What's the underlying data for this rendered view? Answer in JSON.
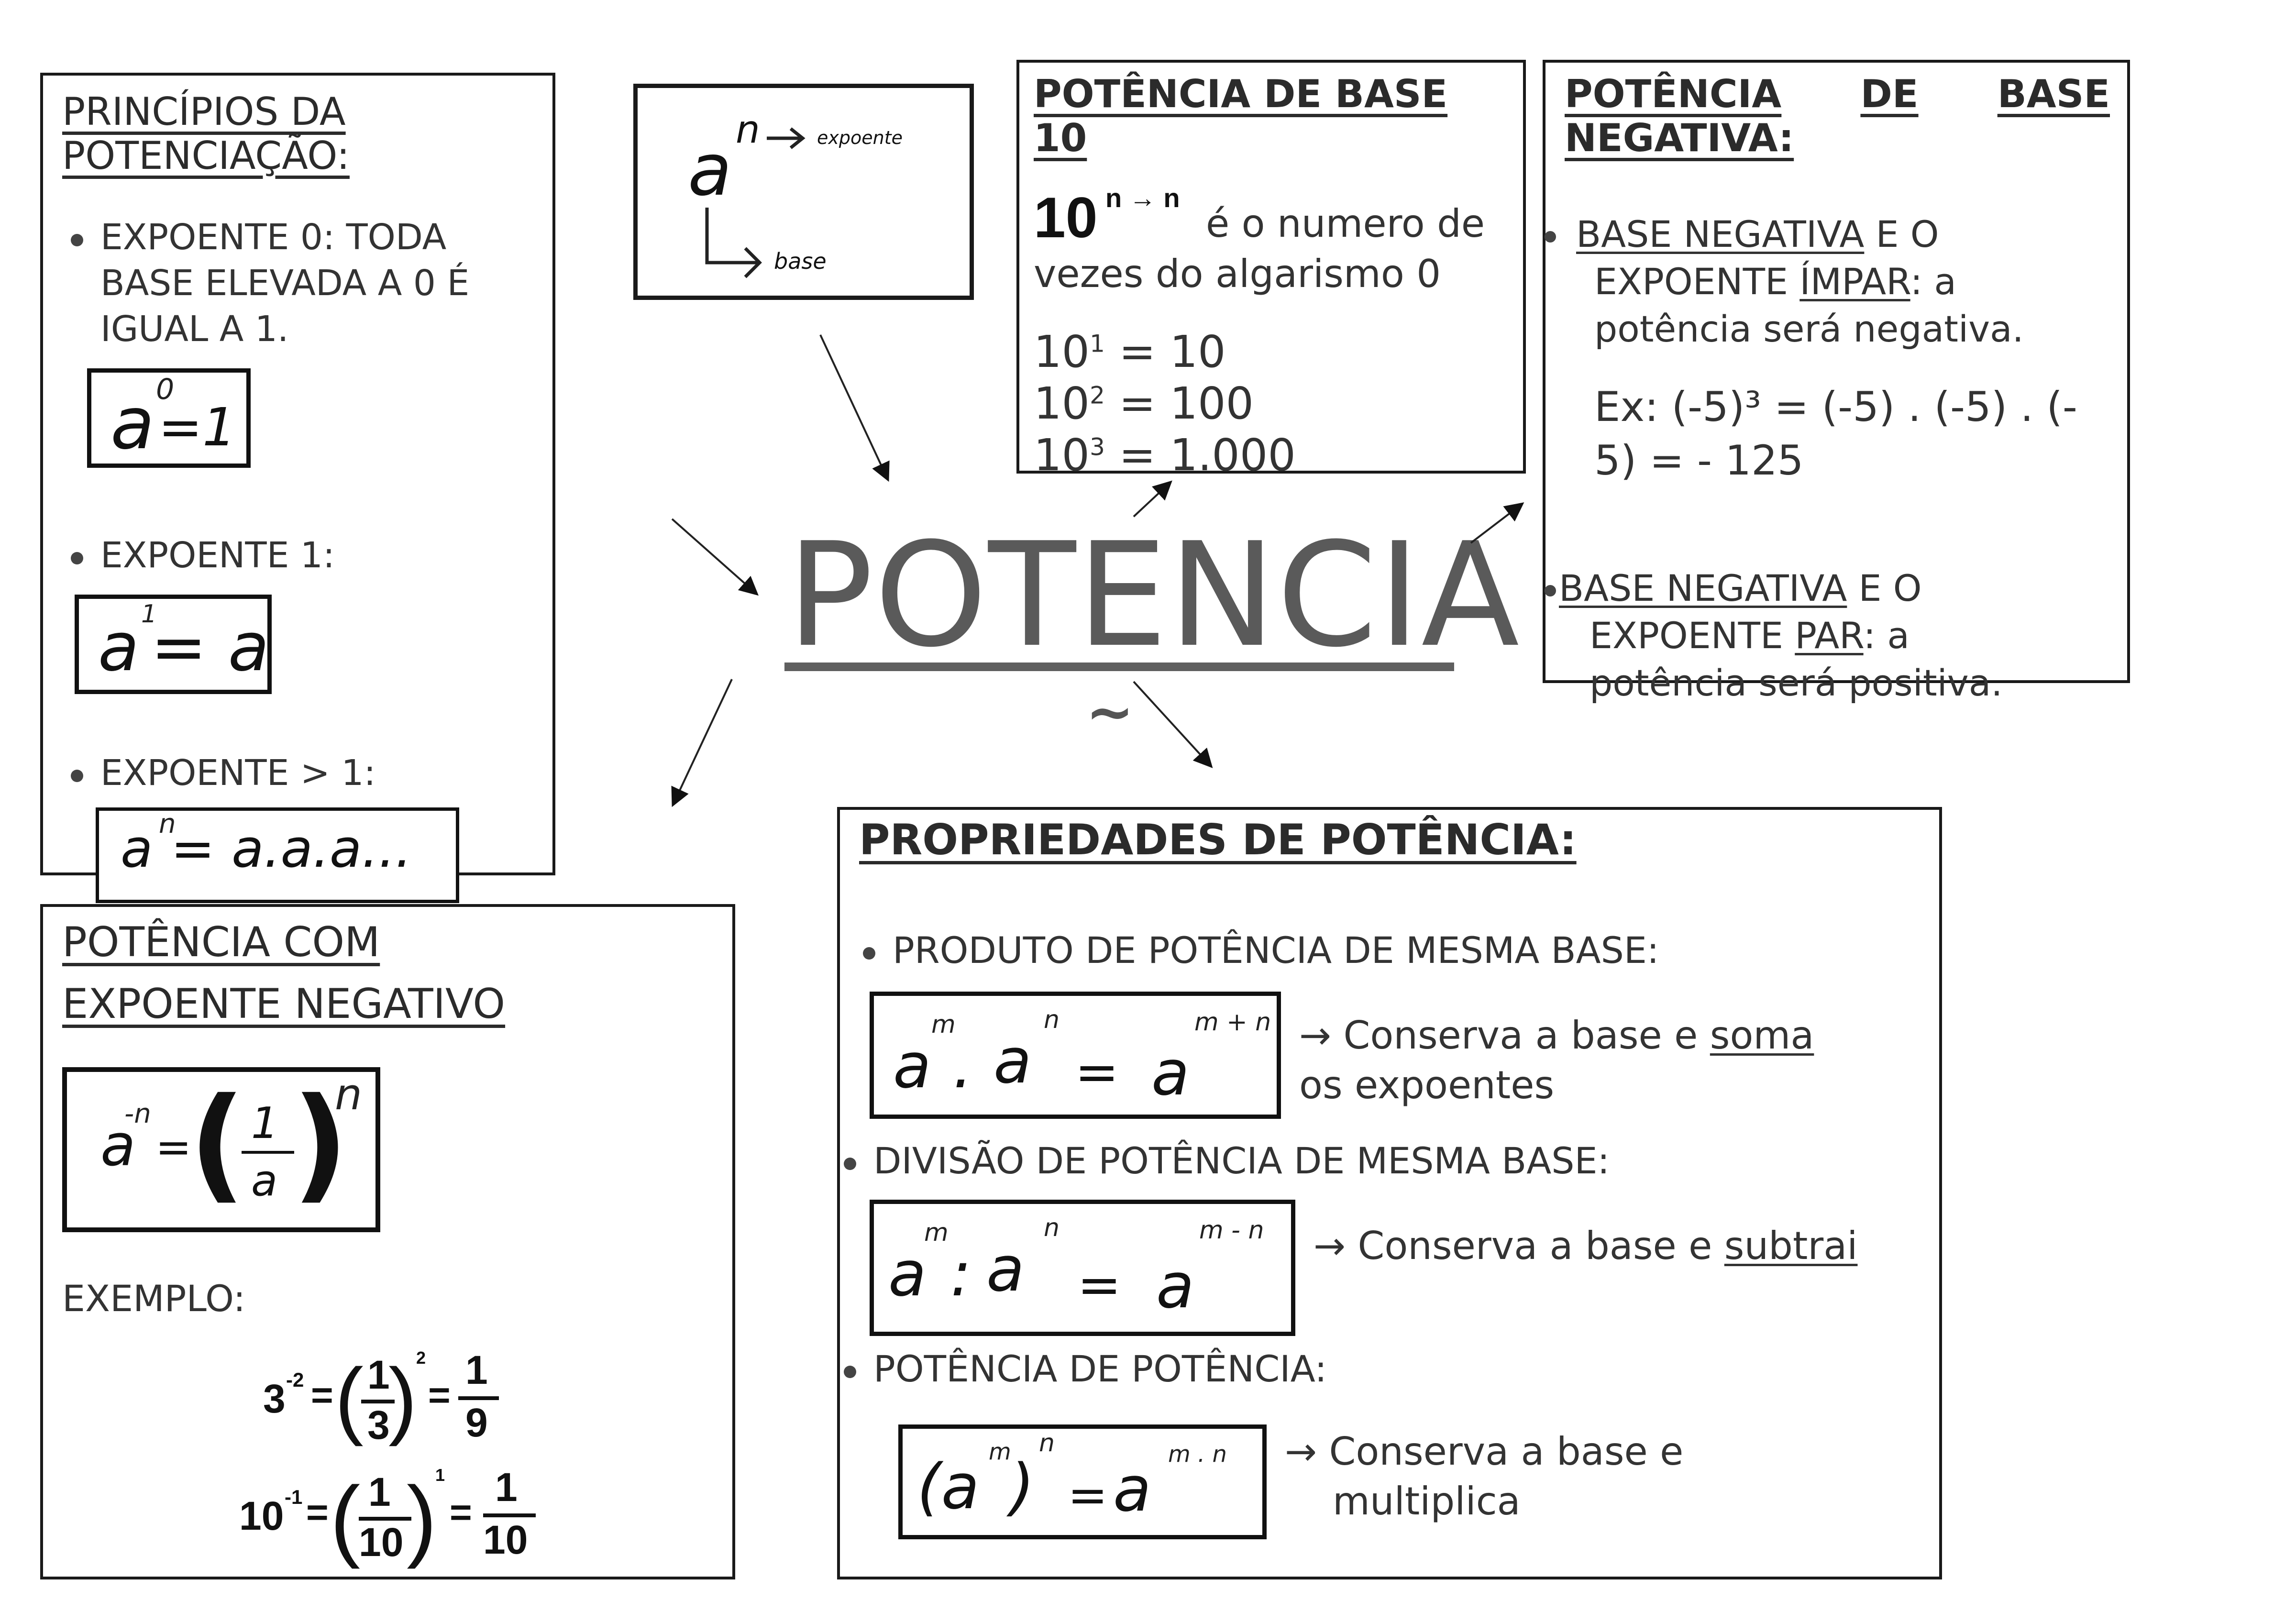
{
  "center": {
    "title": "POTENCIA",
    "mark": "~"
  },
  "principios": {
    "title_line1": "PRINCÍPIOS DA",
    "title_line2": "POTENCIAÇÃO:",
    "items": [
      {
        "label_line1": "EXPOENTE 0: TODA",
        "label_line2": "BASE ELEVADA A 0 É",
        "label_line3": "IGUAL A 1.",
        "formula": {
          "base": "a",
          "exp": "0",
          "rest": "=1"
        }
      },
      {
        "label_line1": "EXPOENTE 1:",
        "formula": {
          "base": "a",
          "exp": "1",
          "rest": "= a"
        }
      },
      {
        "label_line1": "EXPOENTE > 1:",
        "formula": {
          "base": "a",
          "exp": "n",
          "rest": "= a.a.a..."
        }
      }
    ]
  },
  "notation": {
    "base_symbol": "a",
    "exp_symbol": "n",
    "exp_label": "expoente",
    "base_label": "base"
  },
  "base10": {
    "title_line1": "POTÊNCIA DE BASE",
    "title_line2": "10",
    "rule_big": "10",
    "rule_exp": "n → n",
    "rule_text_line1": "é o numero de",
    "rule_text_line2": "vezes do algarismo 0",
    "examples": [
      {
        "base": "10",
        "exp": "1",
        "result": "= 10"
      },
      {
        "base": "10",
        "exp": "2",
        "result": "= 100"
      },
      {
        "base": "10",
        "exp": "3",
        "result": "= 1.000"
      }
    ]
  },
  "negbase": {
    "title_line1_a": "POTÊNCIA",
    "title_line1_b": "DE",
    "title_line1_c": "BASE",
    "title_line2": "NEGATIVA:",
    "item1": {
      "u1": "BASE NEGATIVA",
      "t1": " E O",
      "t2a": "EXPOENTE ",
      "u2": "ÍMPAR",
      "t2b": ": a",
      "t3": "potência será negativa."
    },
    "example_line1": "Ex: (-5)³ = (-5) . (-5) . (-",
    "example_line2": "5) = - 125",
    "item2": {
      "u1": "BASE NEGATIVA",
      "t1": " E O",
      "t2a": "EXPOENTE ",
      "u2": "PAR",
      "t2b": ": a",
      "t3": "potência será positiva."
    }
  },
  "negexp": {
    "title_line1": "POTÊNCIA COM",
    "title_line2": "EXPOENTE NEGATIVO",
    "formula": {
      "base": "a",
      "exp": "-n",
      "eq": "=",
      "num": "1",
      "den": "a",
      "outer_exp": "n"
    },
    "example_label": "EXEMPLO:",
    "examples": [
      {
        "base": "3",
        "exp": "-2",
        "num": "1",
        "den": "3",
        "outer_exp": "2",
        "res_num": "1",
        "res_den": "9"
      },
      {
        "base": "10",
        "exp": "-1",
        "num": "1",
        "den": "10",
        "outer_exp": "1",
        "res_num": "1",
        "res_den": "10"
      }
    ]
  },
  "props": {
    "title": "PROPRIEDADES DE POTÊNCIA:",
    "items": [
      {
        "label": "PRODUTO DE POTÊNCIA DE MESMA BASE:",
        "formula": {
          "left": "a",
          "left_exp": "m",
          "op": ".",
          "right": "a",
          "right_exp": "n",
          "eq": "=",
          "res": "a",
          "res_exp": "m + n"
        },
        "note_a": "→ Conserva a base e ",
        "note_u": "soma",
        "note_line2": "os expoentes"
      },
      {
        "label": "DIVISÃO DE POTÊNCIA DE MESMA BASE:",
        "formula": {
          "left": "a",
          "left_exp": "m",
          "op": ":",
          "right": "a",
          "right_exp": "n",
          "eq": "=",
          "res": "a",
          "res_exp": "m - n"
        },
        "note_a": "→ Conserva a base e ",
        "note_u": "subtrai",
        "note_line2": ""
      },
      {
        "label": "POTÊNCIA DE POTÊNCIA:",
        "formula": {
          "inner": "(a",
          "inner_exp": "m",
          "close": ")",
          "outer_exp": "n",
          "eq": "=",
          "res": "a",
          "res_exp": "m . n"
        },
        "note_a": "→ Conserva a base e",
        "note_u": "",
        "note_line2": "multiplica"
      }
    ]
  }
}
